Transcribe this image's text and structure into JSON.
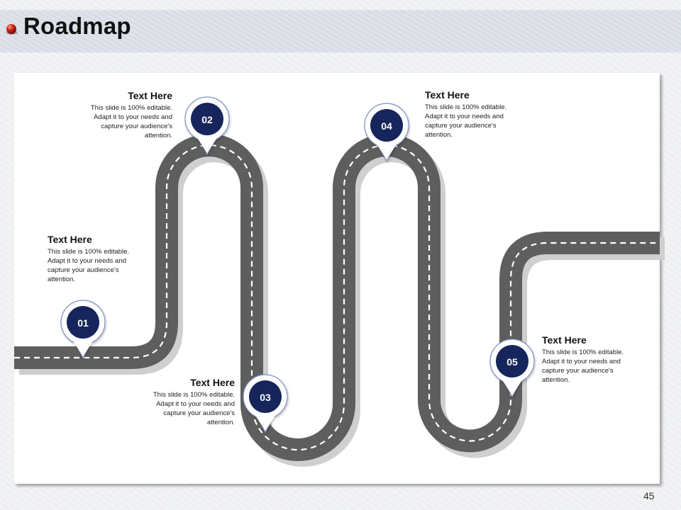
{
  "slide": {
    "title": "Roadmap",
    "page_number": "45"
  },
  "colors": {
    "road": "#5e5e5e",
    "road_shadow": "#cfcfcf",
    "lane_marking": "#ffffff",
    "marker_fill": "#17265c",
    "marker_ring": "#7d8fc2",
    "bullet": "#c0392b"
  },
  "milestones": [
    {
      "number": "01",
      "heading": "Text Here",
      "body": "This slide is 100% editable. Adapt it to your needs and capture your audience's attention."
    },
    {
      "number": "02",
      "heading": "Text Here",
      "body": "This slide is 100% editable. Adapt it to your needs and capture your audience's attention."
    },
    {
      "number": "03",
      "heading": "Text Here",
      "body": "This slide is 100% editable. Adapt it to your needs and capture your audience's attention."
    },
    {
      "number": "04",
      "heading": "Text Here",
      "body": "This slide is 100% editable. Adapt it to your needs and capture your audience's attention."
    },
    {
      "number": "05",
      "heading": "Text Here",
      "body": "This slide is 100% editable. Adapt it to your needs and capture your audience's attention."
    }
  ]
}
